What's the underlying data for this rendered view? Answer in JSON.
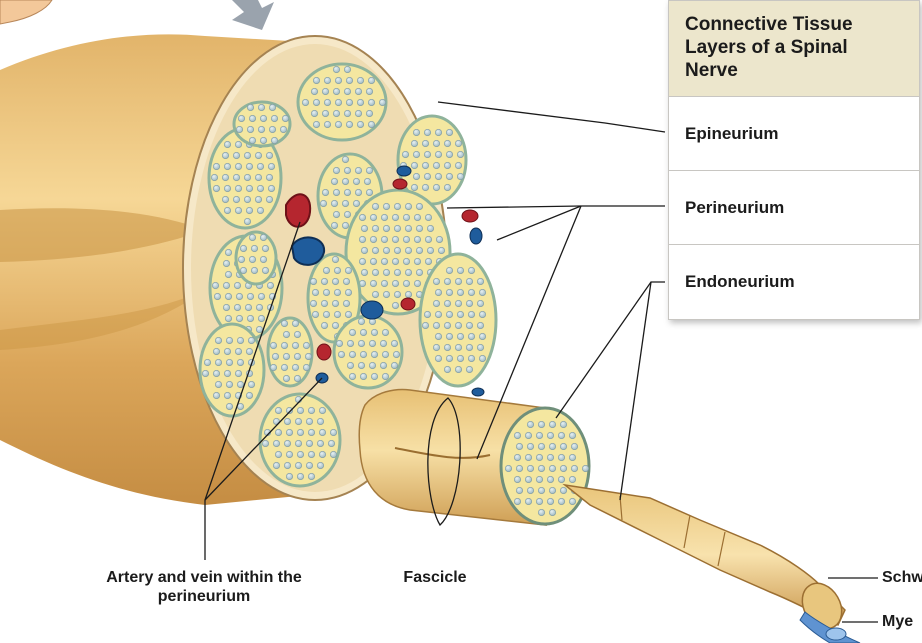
{
  "legend": {
    "title": "Connective Tissue Layers of a Spinal Nerve",
    "items": [
      {
        "label": "Epineurium"
      },
      {
        "label": "Perineurium"
      },
      {
        "label": "Endoneurium"
      }
    ]
  },
  "callouts": {
    "vessels": "Artery and vein within the perineurium",
    "fascicle": "Fascicle",
    "schwann": "Schw",
    "myelin": "Mye"
  },
  "colors": {
    "sheath": "#dcae62",
    "sheath_light": "#f1d18f",
    "cross_section": "#efdcb2",
    "fascicle_fill": "#f4e7a0",
    "fascicle_ring": "#8fb39b",
    "axon_dot": "#b7c8cd",
    "artery": "#b5262f",
    "vein": "#1f5c9c",
    "panel_header": "#ece6cc",
    "arrow": "#9aa3ad"
  }
}
